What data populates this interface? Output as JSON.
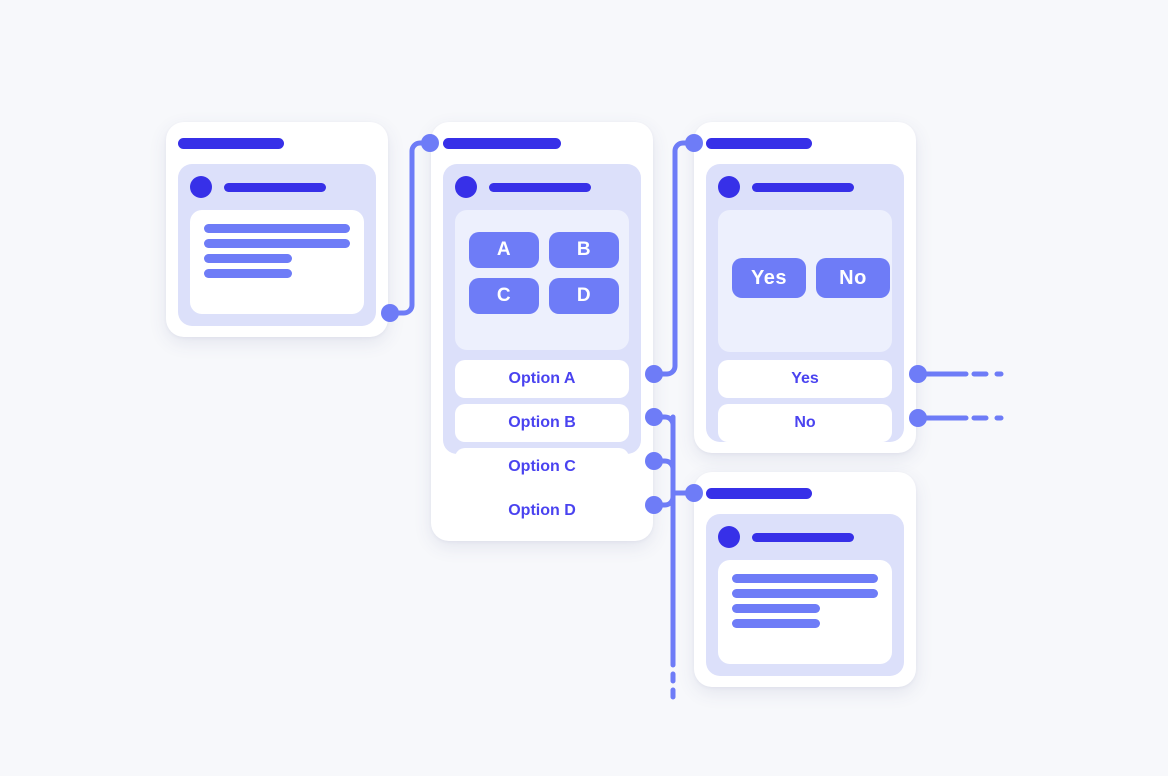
{
  "canvas": {
    "background": "#F7F8FB",
    "accent_dark": "#3730E8",
    "accent_mid": "#6E7CF7",
    "panel_bg": "#DCE0FA",
    "panel_inner_bg": "#EDF0FD",
    "option_text_color": "#4A43F0"
  },
  "nodes": {
    "message_card": {
      "name": "message-node",
      "title_placeholder": "",
      "header_placeholder": "",
      "skeleton_lines": 4
    },
    "choice_card": {
      "name": "multiple-choice-node",
      "title_placeholder": "",
      "header_placeholder": "",
      "chips": [
        {
          "label": "A"
        },
        {
          "label": "B"
        },
        {
          "label": "C"
        },
        {
          "label": "D"
        }
      ],
      "options": [
        {
          "label": "Option A"
        },
        {
          "label": "Option B"
        },
        {
          "label": "Option C"
        },
        {
          "label": "Option D"
        }
      ]
    },
    "yesno_card": {
      "name": "yes-no-node",
      "title_placeholder": "",
      "header_placeholder": "",
      "chips": [
        {
          "label": "Yes"
        },
        {
          "label": "No"
        }
      ],
      "options": [
        {
          "label": "Yes"
        },
        {
          "label": "No"
        }
      ]
    },
    "end_card": {
      "name": "end-message-node",
      "title_placeholder": "",
      "header_placeholder": "",
      "skeleton_lines": 4
    }
  },
  "connectors": {
    "solid_color": "#6E7CF7",
    "dashed_color": "#6E7CF7",
    "stroke_width": 5
  }
}
